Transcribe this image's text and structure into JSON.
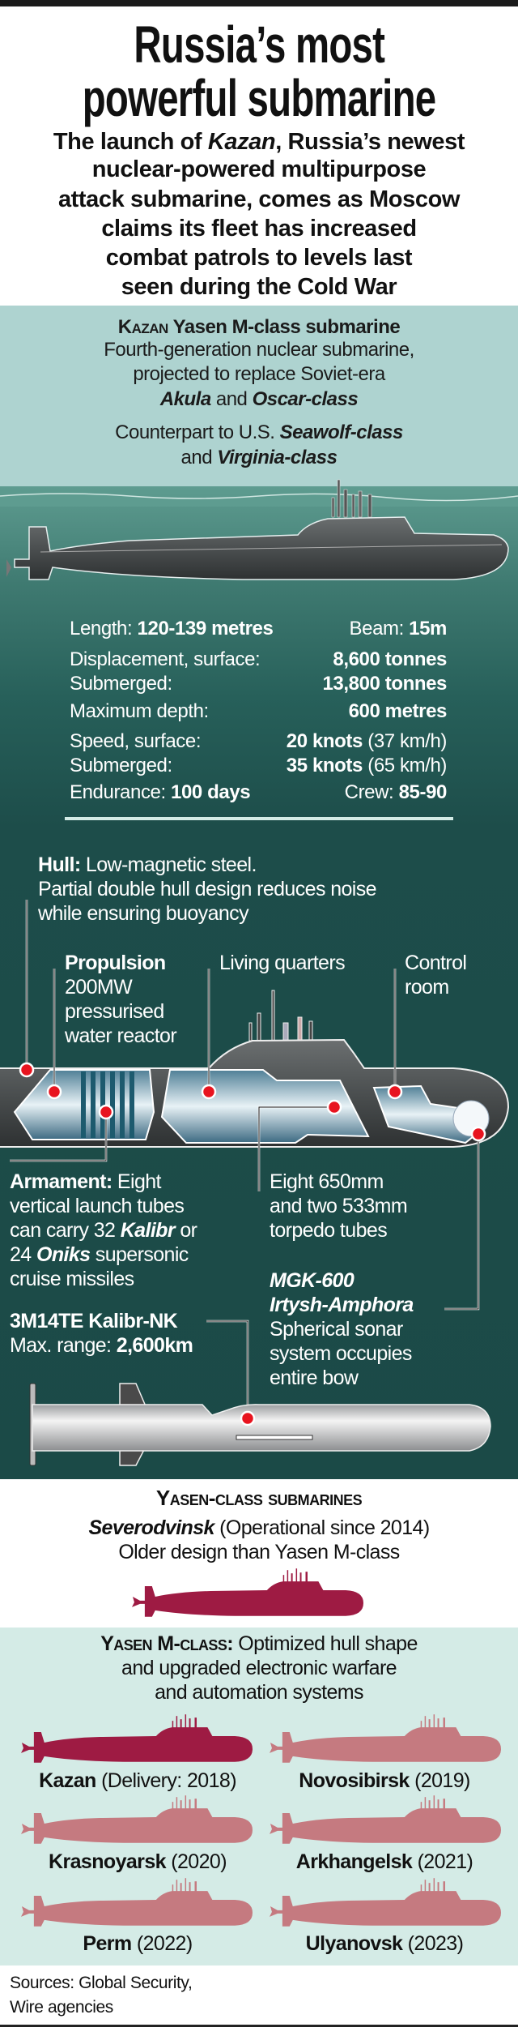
{
  "header": {
    "title_line1": "Russia’s most",
    "title_line2": "powerful submarine",
    "subtitle": {
      "l1a": "The launch of ",
      "l1b": "Kazan",
      "l1c": ", Russia’s newest",
      "l2": "nuclear-powered multipurpose",
      "l3": "attack submarine, comes as Moscow",
      "l4": "claims its fleet has increased",
      "l5": "combat patrols to levels last",
      "l6": "seen during the Cold War"
    }
  },
  "intro": {
    "name": "Kazan",
    "class": " Yasen M-class submarine",
    "l2": "Fourth-generation nuclear submarine,",
    "l3": "projected to replace Soviet-era",
    "akula": "Akula",
    "and": " and ",
    "oscar": "Oscar-class",
    "counter": "Counterpart to U.S. ",
    "seawolf": "Seawolf-class",
    "and2": "and ",
    "virginia": "Virginia-class"
  },
  "specs": {
    "length_label": "Length: ",
    "length_value": "120-139 metres",
    "beam_label": "Beam: ",
    "beam_value": "15m",
    "disp_label": "Displacement, surface:",
    "disp_value": "8,600 tonnes",
    "disp_sub_label": "Submerged:",
    "disp_sub_value": "13,800 tonnes",
    "depth_label": "Maximum depth:",
    "depth_value": "600 metres",
    "speed_label": "Speed, surface:",
    "speed_value": "20 knots",
    "speed_kmh": " (37 km/h)",
    "speed_sub_label": "Submerged:",
    "speed_sub_value": "35 knots",
    "speed_sub_kmh": " (65 km/h)",
    "endurance_label": "Endurance: ",
    "endurance_value": "100 days",
    "crew_label": "Crew: ",
    "crew_value": "85-90"
  },
  "callouts": {
    "hull_title": "Hull:",
    "hull_l1": " Low-magnetic steel.",
    "hull_l2": "Partial double hull design reduces noise",
    "hull_l3": "while ensuring buoyancy",
    "prop_title": "Propulsion",
    "prop_l2": "200MW",
    "prop_l3": "pressurised",
    "prop_l4": "water reactor",
    "living": "Living quarters",
    "control_l1": "Control",
    "control_l2": "room",
    "arm_title": "Armament:",
    "arm_l1": " Eight",
    "arm_l2": "vertical launch tubes",
    "arm_l3a": "can carry 32 ",
    "arm_l3b": "Kalibr",
    "arm_l3c": " or",
    "arm_l4a": "24 ",
    "arm_l4b": "Oniks",
    "arm_l4c": " supersonic",
    "arm_l5": "cruise missiles",
    "torp_l1": "Eight 650mm",
    "torp_l2": "and two 533mm",
    "torp_l3": "torpedo tubes",
    "sonar_l1": "MGK-600",
    "sonar_l2": "Irtysh-Amphora",
    "sonar_l3": "Spherical sonar",
    "sonar_l4": "system occupies",
    "sonar_l5": "entire bow",
    "missile_title": "3M14TE Kalibr-NK",
    "missile_range_label": "Max. range: ",
    "missile_range_value": "2,600km"
  },
  "yasen": {
    "heading": "Yasen-class submarines",
    "sev_name": "Severodvinsk",
    "sev_note": " (Operational since 2014)",
    "sev_l2": "Older design than Yasen M-class"
  },
  "yasen_m": {
    "heading": "Yasen M-class:",
    "l1": " Optimized hull shape",
    "l2": "and upgraded electronic warfare",
    "l3": "and automation systems",
    "boats": [
      {
        "name": "Kazan",
        "note": " (Delivery: 2018)"
      },
      {
        "name": "Novosibirsk",
        "note": " (2019)"
      },
      {
        "name": "Krasnoyarsk",
        "note": " (2020)"
      },
      {
        "name": "Arkhangelsk",
        "note": " (2021)"
      },
      {
        "name": "Perm",
        "note": " (2022)"
      },
      {
        "name": "Ulyanovsk",
        "note": " (2023)"
      }
    ]
  },
  "sources": {
    "l1": "Sources: Global Security,",
    "l2": "Wire agencies"
  },
  "colors": {
    "crimson": "#9e1b43",
    "pink": "#c57a80",
    "marker_red": "#e8141f",
    "sea_dark": "#1b4a47",
    "teal_light": "#aed3d0",
    "mint": "#d4ebe6"
  }
}
